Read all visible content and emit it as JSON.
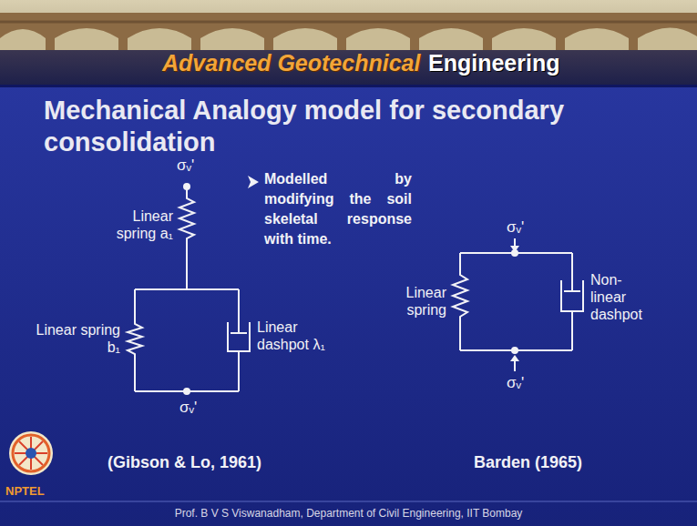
{
  "diagram": {
    "title": "Mechanical Analogy model for secondary consolidation",
    "labels": [
      "Advanced Geotechnical",
      "Engineering",
      "σᵥ'",
      "Linear spring a₁",
      "Modelled by modifying the soil skeletal response with time.",
      "Linear spring b₁",
      "Linear dashpot λ₁",
      "σᵥ'",
      "σᵥ'",
      "Linear spring",
      "Non-linear dashpot",
      "σᵥ'",
      "(Gibson & Lo, 1961)",
      "Barden (1965)",
      "NPTEL",
      "Prof. B V S Viswanadham, Department of Civil Engineering, IIT Bombay"
    ]
  }
}
